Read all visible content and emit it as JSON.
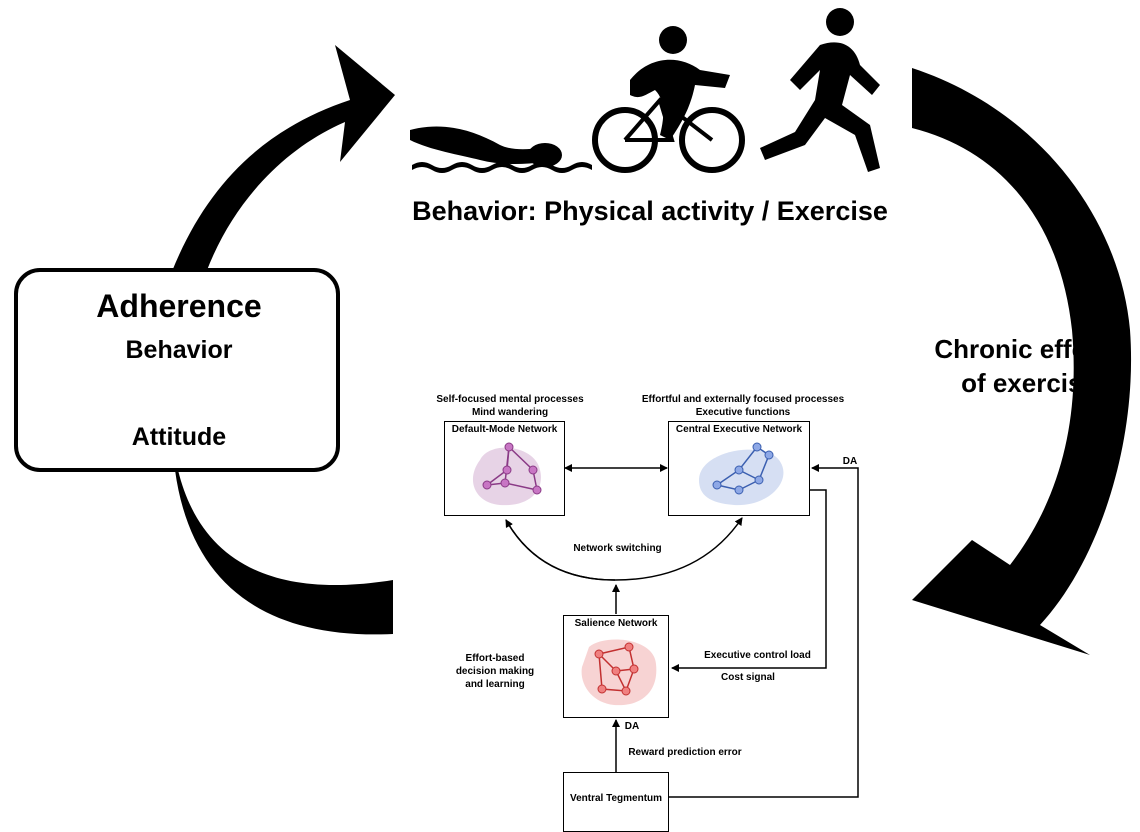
{
  "behavior": {
    "title": "Behavior: Physical activity / Exercise",
    "icons": [
      "swimmer-icon",
      "cyclist-icon",
      "runner-icon"
    ]
  },
  "chronic_effects": {
    "line1": "Chronic effects",
    "line2": "of exercise"
  },
  "adherence": {
    "title": "Adherence",
    "behavior": "Behavior",
    "attitude": "Attitude"
  },
  "networks": {
    "dmn": {
      "label": "Default-Mode Network",
      "caption_line1": "Self-focused mental processes",
      "caption_line2": "Mind wandering",
      "color": "#a0509a"
    },
    "cen": {
      "label": "Central Executive Network",
      "caption_line1": "Effortful and externally focused processes",
      "caption_line2": "Executive functions",
      "color": "#5b7fd0"
    },
    "salience": {
      "label": "Salience Network",
      "caption_line1": "Effort-based",
      "caption_line2": "decision making",
      "caption_line3": "and learning",
      "color": "#e05050"
    },
    "vta": {
      "label": "Ventral Tegmentum"
    }
  },
  "connections": {
    "network_switching": "Network switching",
    "executive_control_load": "Executive control load",
    "cost_signal": "Cost signal",
    "reward_prediction_error": "Reward prediction error",
    "da_salience": "DA",
    "da_cen": "DA"
  }
}
